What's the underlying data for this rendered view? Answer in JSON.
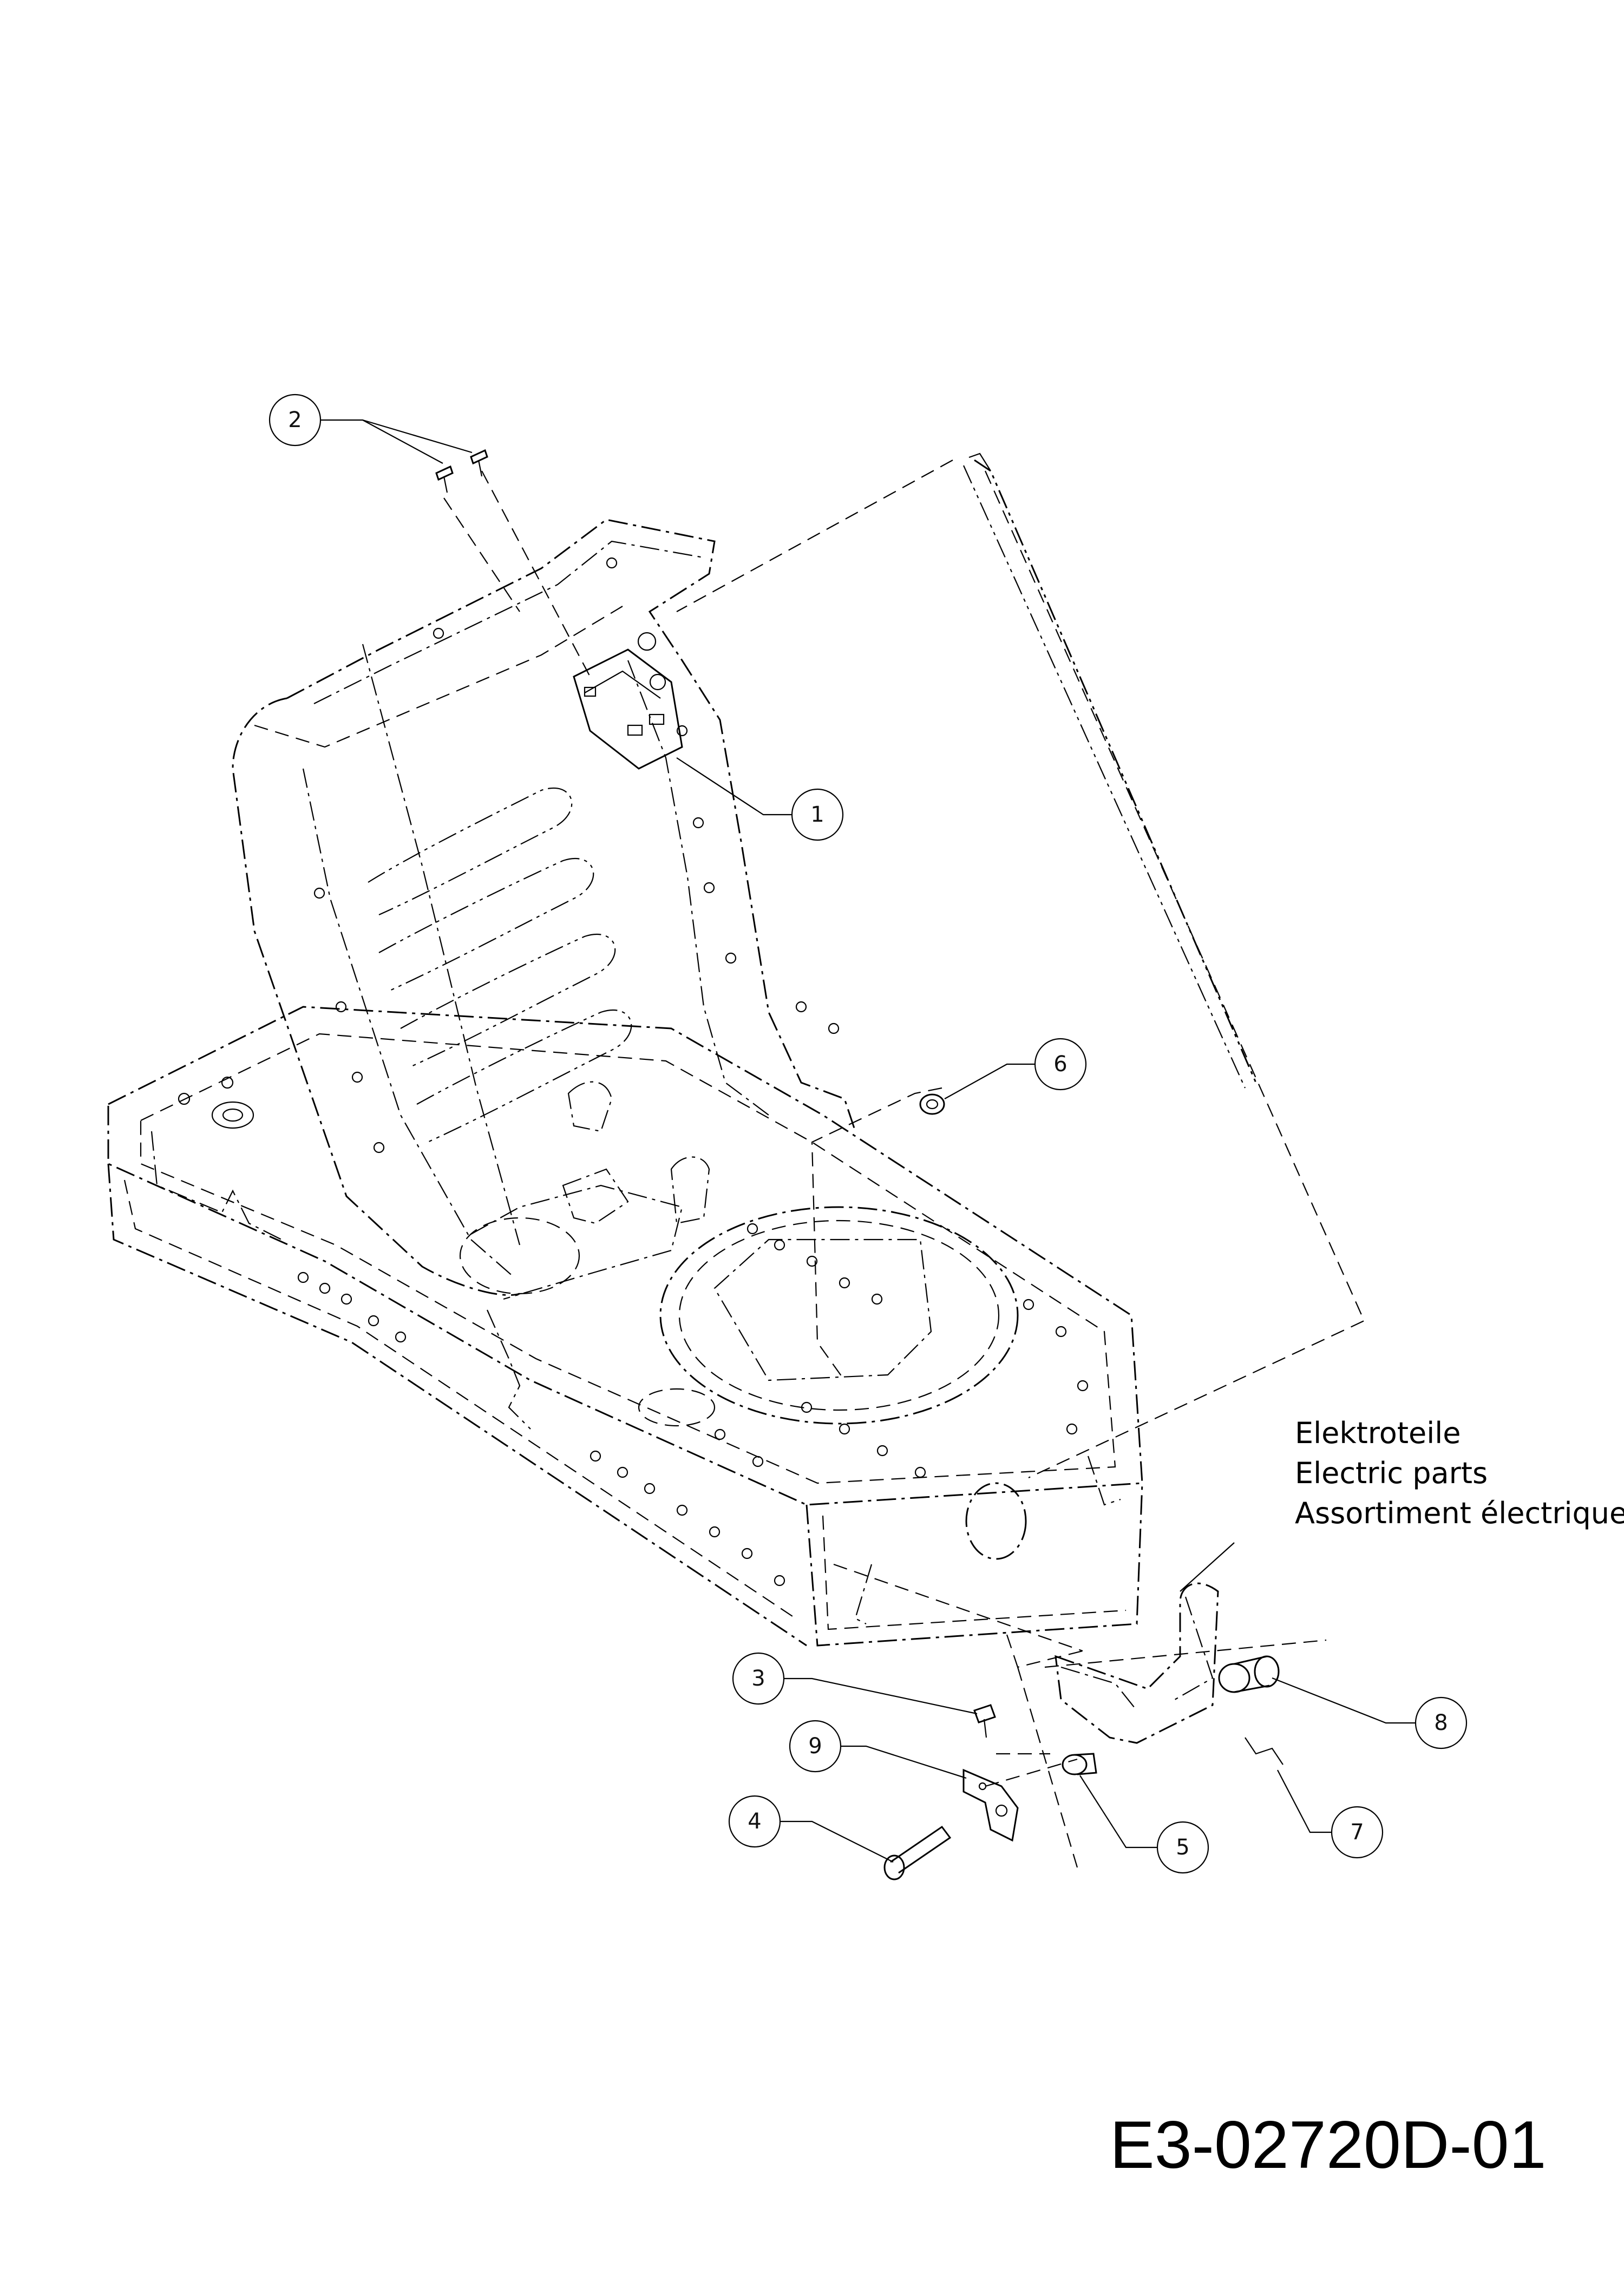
{
  "callouts": [
    "1",
    "2",
    "3",
    "4",
    "5",
    "6",
    "7",
    "8",
    "9"
  ],
  "label": {
    "lines": [
      "Elektroteile",
      "Electric parts",
      "Assortiment électrique"
    ]
  },
  "drawing_number": "E3-02720D-01"
}
